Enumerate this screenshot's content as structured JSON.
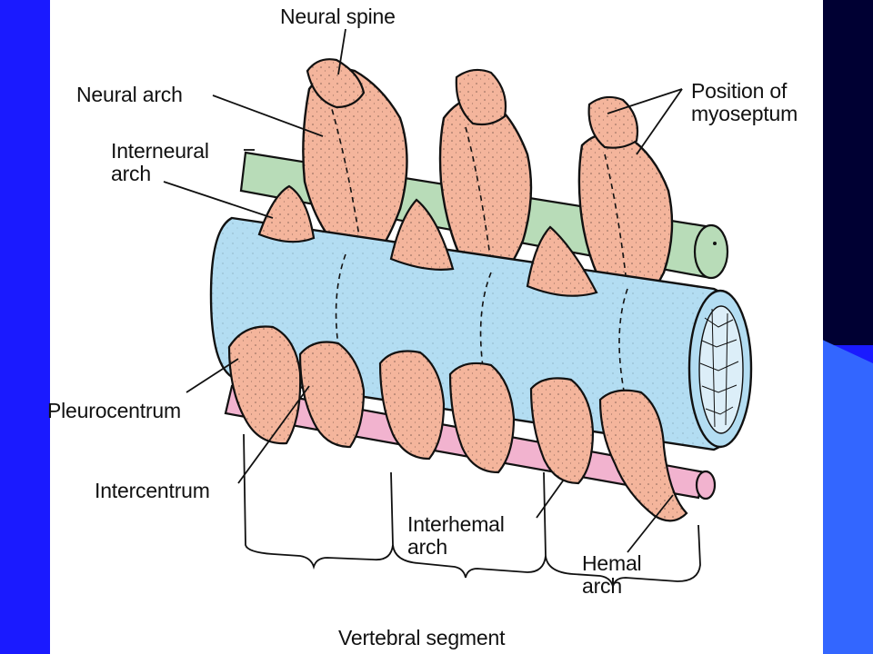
{
  "colors": {
    "slide_blue": "#1a1aff",
    "slide_navy": "#000033",
    "slide_accent": "#3366ff",
    "bone": "#f4b59c",
    "notochord": "#b3ddf2",
    "nerve_cord": "#b8dcb8",
    "dorsal_aorta": "#f2b3cf"
  },
  "labels": {
    "neural_spine": "Neural spine",
    "neural_arch": "Neural arch",
    "interneural_arch_line1": "Interneural",
    "interneural_arch_line2": "arch",
    "position_of_myoseptum_line1": "Position of",
    "position_of_myoseptum_line2": "myoseptum",
    "pleurocentrum": "Pleurocentrum",
    "intercentrum": "Intercentrum",
    "interhemal_arch_line1": "Interhemal",
    "interhemal_arch_line2": "arch",
    "hemal_arch_line1": "Hemal",
    "hemal_arch_line2": "arch",
    "vertebral_segment": "Vertebral segment"
  }
}
